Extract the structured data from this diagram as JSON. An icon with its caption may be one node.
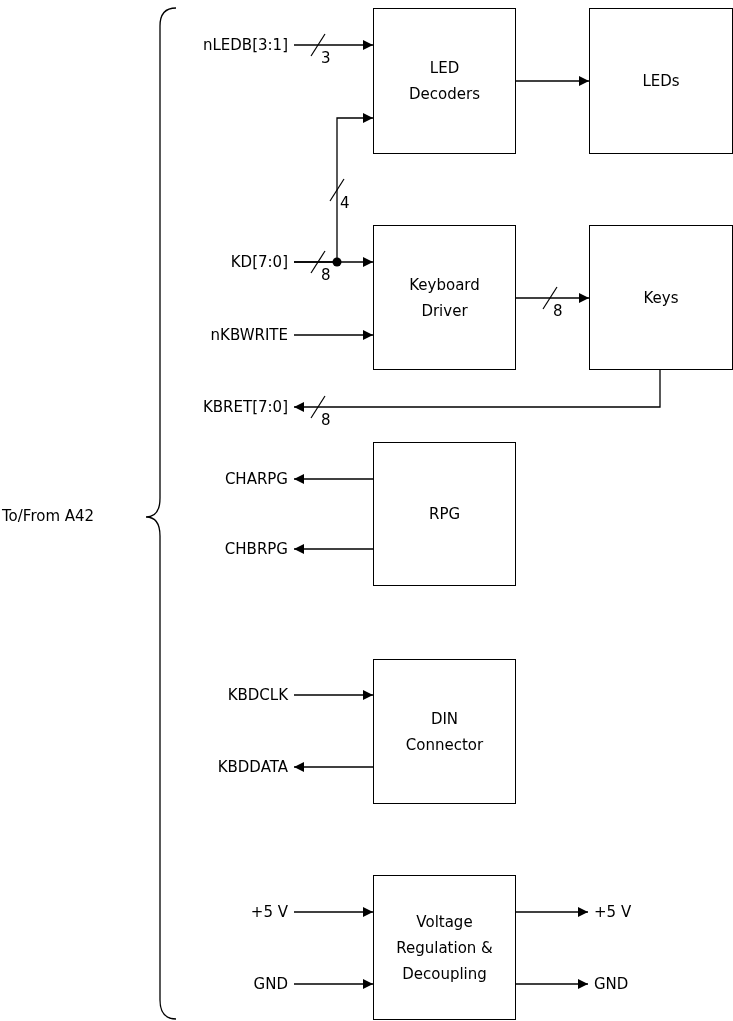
{
  "diagram": {
    "nodes": [
      {
        "text": [
          "nLEDB[3:1]"
        ]
      },
      {
        "text": [
          "LED Decoders"
        ]
      },
      {
        "text": [
          "LEDs"
        ]
      },
      {
        "text": [
          "KD[7:0]"
        ]
      },
      {
        "text": [
          "Keyboard Driver"
        ]
      },
      {
        "text": [
          "Keys"
        ]
      },
      {
        "text": [
          "nKBWRITE"
        ]
      },
      {
        "text": [
          "KBRET[7:0]"
        ]
      },
      {
        "text": [
          "CHARPG"
        ]
      },
      {
        "text": [
          "RPG"
        ]
      },
      {
        "text": [
          "CHBRPG"
        ]
      },
      {
        "text": [
          "KBDCLK"
        ]
      },
      {
        "text": [
          "DIN Connector"
        ]
      },
      {
        "text": [
          "KBDDATA"
        ]
      },
      {
        "text": [
          "+5 V"
        ]
      },
      {
        "text": [
          "Voltage Regulation & Decoupling"
        ]
      },
      {
        "text": [
          "+5 V"
        ]
      },
      {
        "text": [
          "GND"
        ]
      },
      {
        "text": [
          "GND"
        ]
      }
    ],
    "edges": [
      {
        "from": 0,
        "to": 1,
        "arrow": "to",
        "label": "3"
      },
      {
        "from": 3,
        "to": 1,
        "arrow": "to",
        "label": "4"
      },
      {
        "from": 3,
        "to": 4,
        "arrow": "to",
        "label": "8"
      },
      {
        "from": 1,
        "to": 2,
        "arrow": "to"
      },
      {
        "from": 6,
        "to": 4,
        "arrow": "to"
      },
      {
        "from": 4,
        "to": 5,
        "arrow": "to",
        "label": "8"
      },
      {
        "from": 5,
        "to": 7,
        "arrow": "to",
        "label": "8"
      },
      {
        "from": 9,
        "to": 8,
        "arrow": "to"
      },
      {
        "from": 9,
        "to": 10,
        "arrow": "to"
      },
      {
        "from": 11,
        "to": 12,
        "arrow": "to"
      },
      {
        "from": 12,
        "to": 13,
        "arrow": "to"
      },
      {
        "from": 14,
        "to": 15,
        "arrow": "to"
      },
      {
        "from": 17,
        "to": 15,
        "arrow": "to"
      },
      {
        "from": 15,
        "to": 16,
        "arrow": "to"
      },
      {
        "from": 15,
        "to": 18,
        "arrow": "to"
      }
    ],
    "labels": [
      "To/From A42"
    ]
  }
}
